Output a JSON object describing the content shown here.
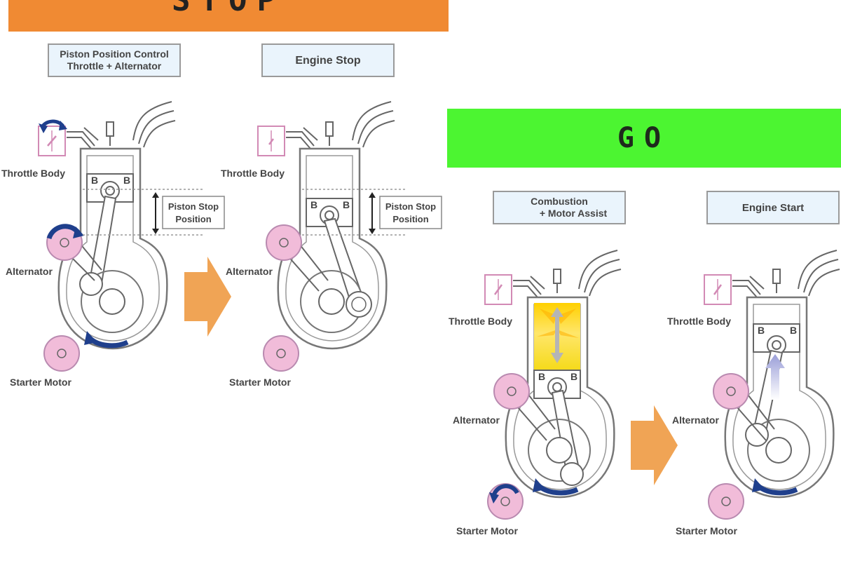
{
  "banners": {
    "stop": "STOP",
    "go": "GO"
  },
  "steps": [
    {
      "line1": "Piston Position Control",
      "line2": "Throttle + Alternator"
    },
    {
      "line1": "Engine Stop"
    },
    {
      "line1": "Combustion",
      "line2": "+ Motor Assist"
    },
    {
      "line1": "Engine Start"
    }
  ],
  "labels": {
    "throttle_body": "Throttle Body",
    "alternator": "Alternator",
    "starter_motor": "Starter Motor",
    "piston_stop_line1": "Piston Stop",
    "piston_stop_line2": "Position"
  },
  "colors": {
    "stop_banner": "#f08a33",
    "go_banner": "#4cf531",
    "arrow": "#f0a455",
    "pink": "#f1bcd9",
    "blue_arrow": "#1f3f8c",
    "combustion": "#f7e21f"
  }
}
